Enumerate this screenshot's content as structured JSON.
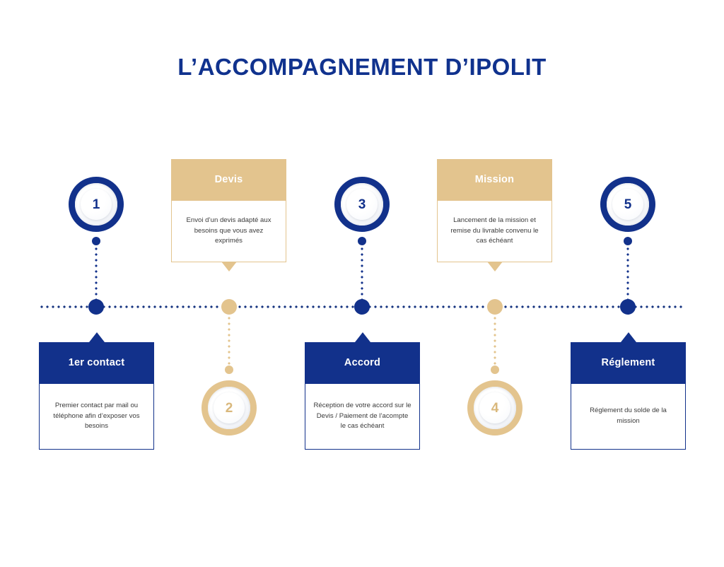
{
  "page": {
    "title": "L’ACCOMPAGNEMENT D’IPOLIT"
  },
  "colors": {
    "navy": "#12318B",
    "tan": "#E3C48E",
    "body_text": "#3a3a3a",
    "background": "#ffffff"
  },
  "steps": [
    {
      "number": "1",
      "title": "1er contact",
      "description": "Premier contact par mail ou téléphone afin d’exposer vos besoins",
      "accent": "navy",
      "position": "below"
    },
    {
      "number": "2",
      "title": "Devis",
      "description": "Envoi d’un devis adapté aux besoins que vous avez exprimés",
      "accent": "tan",
      "position": "above"
    },
    {
      "number": "3",
      "title": "Accord",
      "description": "Réception de votre accord sur le Devis / Paiement de l’acompte le cas échéant",
      "accent": "navy",
      "position": "below"
    },
    {
      "number": "4",
      "title": "Mission",
      "description": "Lancement de la mission et remise du livrable convenu le cas échéant",
      "accent": "tan",
      "position": "above"
    },
    {
      "number": "5",
      "title": "Réglement",
      "description": "Réglement du solde de la mission",
      "accent": "navy",
      "position": "below"
    }
  ]
}
